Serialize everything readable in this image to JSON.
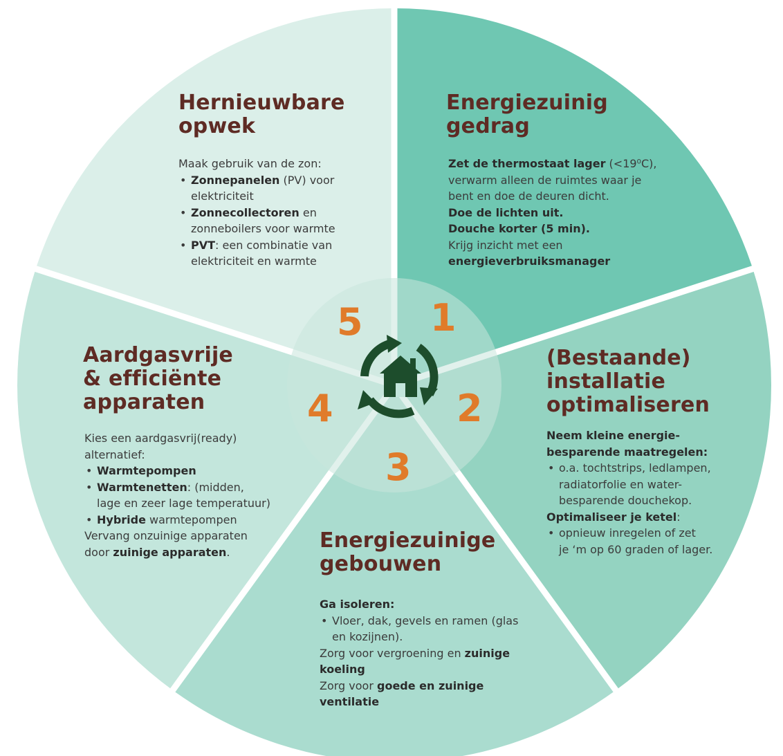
{
  "colors": {
    "segment_1": "#6fc7b2",
    "segment_2": "#94d3c1",
    "segment_3": "#aadccf",
    "segment_4": "#c3e6dc",
    "segment_5": "#dbefe9",
    "hub": "#c8e6dd",
    "title": "#5e2b24",
    "number": "#e07b2a",
    "icon": "#1d4d2c",
    "divider": "#ffffff"
  },
  "center_icon": "house-with-circular-arrows-icon",
  "segments": [
    {
      "number": "1",
      "title_lines": [
        "Energiezuinig",
        "gedrag"
      ],
      "body": [
        {
          "kind": "line",
          "parts": [
            {
              "t": "Zet de thermostaat  lager",
              "b": true
            },
            {
              "t": " (<19⁰C),",
              "b": false
            }
          ]
        },
        {
          "kind": "line",
          "parts": [
            {
              "t": "verwarm alleen de ruimtes waar je",
              "b": false
            }
          ]
        },
        {
          "kind": "line",
          "parts": [
            {
              "t": "bent en doe de deuren dicht.",
              "b": false
            }
          ]
        },
        {
          "kind": "line",
          "parts": [
            {
              "t": "Doe de lichten uit.",
              "b": true
            }
          ]
        },
        {
          "kind": "line",
          "parts": [
            {
              "t": "Douche korter (5 min).",
              "b": true
            }
          ]
        },
        {
          "kind": "line",
          "parts": [
            {
              "t": "Krijg inzicht met een",
              "b": false
            }
          ]
        },
        {
          "kind": "line",
          "parts": [
            {
              "t": "energieverbruiksmanager",
              "b": true
            }
          ]
        }
      ]
    },
    {
      "number": "2",
      "title_lines": [
        "(Bestaande)",
        "installatie",
        "optimaliseren"
      ],
      "body": [
        {
          "kind": "line",
          "parts": [
            {
              "t": "Neem kleine energie-",
              "b": true
            }
          ]
        },
        {
          "kind": "line",
          "parts": [
            {
              "t": "besparende maatregelen:",
              "b": true
            }
          ]
        },
        {
          "kind": "bullet",
          "parts": [
            {
              "t": "o.a. tochtstrips, ledlampen,",
              "b": false
            }
          ]
        },
        {
          "kind": "cont",
          "parts": [
            {
              "t": "radiatorfolie en water-",
              "b": false
            }
          ]
        },
        {
          "kind": "cont",
          "parts": [
            {
              "t": "besparende douchekop.",
              "b": false
            }
          ]
        },
        {
          "kind": "line",
          "parts": [
            {
              "t": "Optimaliseer je ketel",
              "b": true
            },
            {
              "t": ":",
              "b": false
            }
          ]
        },
        {
          "kind": "bullet",
          "parts": [
            {
              "t": "opnieuw inregelen of zet",
              "b": false
            }
          ]
        },
        {
          "kind": "cont",
          "parts": [
            {
              "t": "je ‘m op 60 graden of lager.",
              "b": false
            }
          ]
        }
      ]
    },
    {
      "number": "3",
      "title_lines": [
        "Energiezuinige",
        "gebouwen"
      ],
      "body": [
        {
          "kind": "line",
          "parts": [
            {
              "t": "Ga isoleren:",
              "b": true
            }
          ]
        },
        {
          "kind": "bullet",
          "parts": [
            {
              "t": "Vloer, dak, gevels en ramen (glas",
              "b": false
            }
          ]
        },
        {
          "kind": "cont",
          "parts": [
            {
              "t": "en kozijnen).",
              "b": false
            }
          ]
        },
        {
          "kind": "line",
          "parts": [
            {
              "t": "Zorg voor vergroening en ",
              "b": false
            },
            {
              "t": "zuinige",
              "b": true
            }
          ]
        },
        {
          "kind": "line",
          "parts": [
            {
              "t": "koeling",
              "b": true
            }
          ]
        },
        {
          "kind": "line",
          "parts": [
            {
              "t": "Zorg voor ",
              "b": false
            },
            {
              "t": "goede en zuinige",
              "b": true
            }
          ]
        },
        {
          "kind": "line",
          "parts": [
            {
              "t": "ventilatie",
              "b": true
            }
          ]
        }
      ]
    },
    {
      "number": "4",
      "title_lines": [
        "Aardgasvrije",
        "& efficiënte",
        "apparaten"
      ],
      "body": [
        {
          "kind": "line",
          "parts": [
            {
              "t": "Kies een aardgasvrij(ready)",
              "b": false
            }
          ]
        },
        {
          "kind": "line",
          "parts": [
            {
              "t": "alternatief:",
              "b": false
            }
          ]
        },
        {
          "kind": "bullet",
          "parts": [
            {
              "t": "Warmtepompen",
              "b": true
            }
          ]
        },
        {
          "kind": "bullet",
          "parts": [
            {
              "t": "Warmtenetten",
              "b": true
            },
            {
              "t": ": (midden,",
              "b": false
            }
          ]
        },
        {
          "kind": "cont",
          "parts": [
            {
              "t": "lage en zeer lage temperatuur)",
              "b": false
            }
          ]
        },
        {
          "kind": "bullet",
          "parts": [
            {
              "t": "Hybride",
              "b": true
            },
            {
              "t": " warmtepompen",
              "b": false
            }
          ]
        },
        {
          "kind": "line",
          "parts": [
            {
              "t": "Vervang onzuinige apparaten",
              "b": false
            }
          ]
        },
        {
          "kind": "line",
          "parts": [
            {
              "t": "door ",
              "b": false
            },
            {
              "t": "zuinige apparaten",
              "b": true
            },
            {
              "t": ".",
              "b": false
            }
          ]
        }
      ]
    },
    {
      "number": "5",
      "title_lines": [
        "Hernieuwbare",
        "opwek"
      ],
      "body": [
        {
          "kind": "line",
          "parts": [
            {
              "t": "Maak gebruik van de zon:",
              "b": false
            }
          ]
        },
        {
          "kind": "bullet",
          "parts": [
            {
              "t": "Zonnepanelen",
              "b": true
            },
            {
              "t": " (PV) voor",
              "b": false
            }
          ]
        },
        {
          "kind": "cont",
          "parts": [
            {
              "t": "elektriciteit",
              "b": false
            }
          ]
        },
        {
          "kind": "bullet",
          "parts": [
            {
              "t": "Zonnecollectoren",
              "b": true
            },
            {
              "t": " en",
              "b": false
            }
          ]
        },
        {
          "kind": "cont",
          "parts": [
            {
              "t": "zonneboilers voor warmte",
              "b": false
            }
          ]
        },
        {
          "kind": "bullet",
          "parts": [
            {
              "t": "PVT",
              "b": true
            },
            {
              "t": ": een combinatie van",
              "b": false
            }
          ]
        },
        {
          "kind": "cont",
          "parts": [
            {
              "t": "elektriciteit en warmte",
              "b": false
            }
          ]
        }
      ]
    }
  ]
}
